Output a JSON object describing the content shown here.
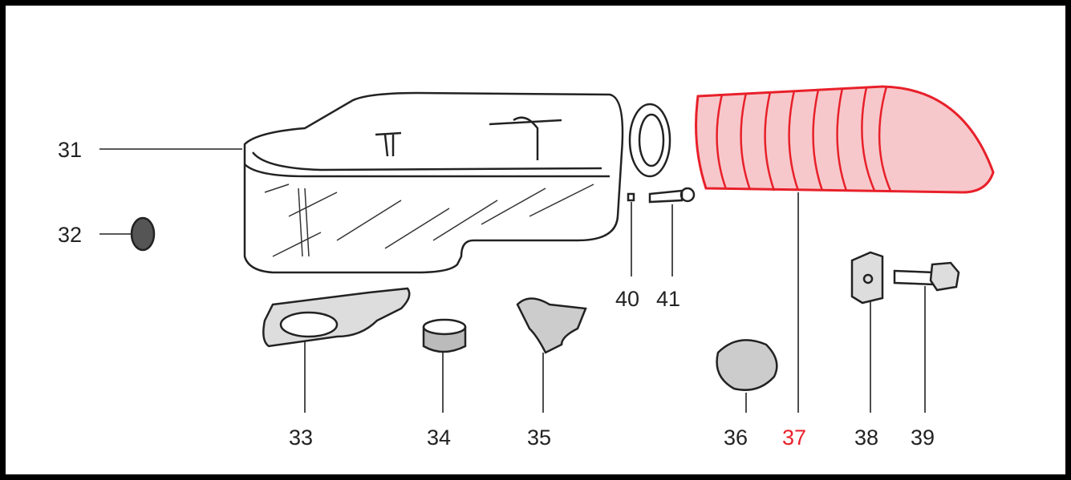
{
  "diagram": {
    "highlight_color": "#e8202a",
    "text_color": "#222222",
    "parts": [
      {
        "number": "31",
        "highlighted": false
      },
      {
        "number": "32",
        "highlighted": false
      },
      {
        "number": "33",
        "highlighted": false
      },
      {
        "number": "34",
        "highlighted": false
      },
      {
        "number": "35",
        "highlighted": false
      },
      {
        "number": "36",
        "highlighted": false
      },
      {
        "number": "37",
        "highlighted": true
      },
      {
        "number": "38",
        "highlighted": false
      },
      {
        "number": "39",
        "highlighted": false
      },
      {
        "number": "40",
        "highlighted": false
      },
      {
        "number": "41",
        "highlighted": false
      }
    ]
  }
}
